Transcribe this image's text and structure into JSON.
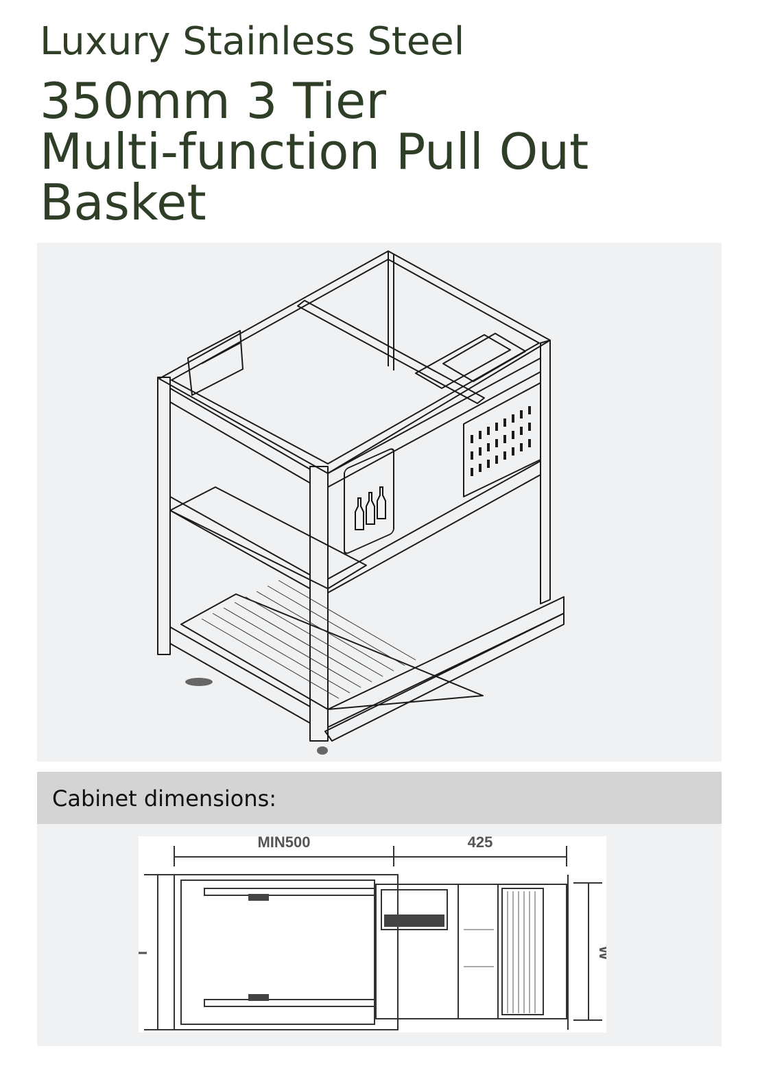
{
  "header": {
    "subtitle": "Luxury Stainless Steel",
    "title_lines": [
      "350mm 3 Tier",
      "Multi-function Pull Out",
      "Basket"
    ]
  },
  "illustration": {
    "description_icons": [
      "bottle-icon",
      "bottle-icon",
      "bottle-icon"
    ]
  },
  "dimensions_section": {
    "label": "Cabinet dimensions:"
  },
  "plan_drawing": {
    "top_left_dim": "MIN500",
    "top_right_dim": "425",
    "left_dim": "T",
    "right_dim": "W"
  },
  "colors": {
    "heading": "#2f3f27",
    "panel_bg": "#f0f1f2",
    "bar_bg": "#d4d4d4"
  }
}
